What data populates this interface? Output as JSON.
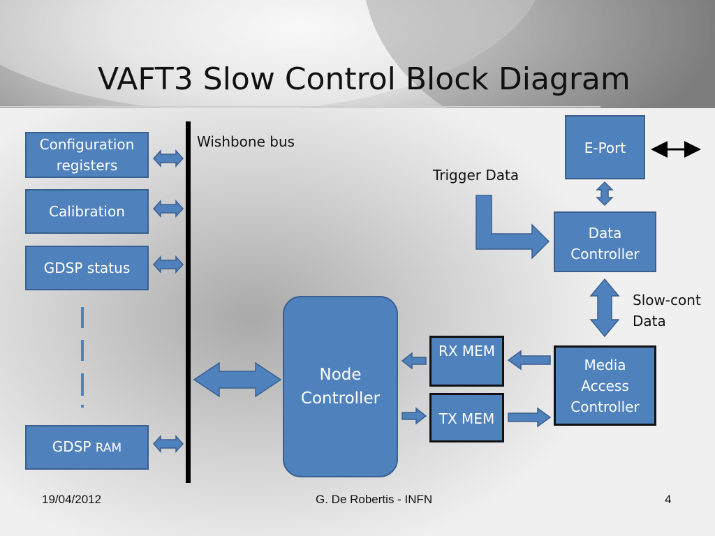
{
  "slide": {
    "title": "VAFT3 Slow Control Block Diagram"
  },
  "blocks": {
    "config": "Configuration registers",
    "calibration": "Calibration",
    "gdsp_status": "GDSP status",
    "gdsp_ram_main": "GDSP",
    "gdsp_ram_small": "RAM",
    "node_controller": "Node Controller",
    "rx_mem": "RX MEM",
    "tx_mem": "TX MEM",
    "eport": "E-Port",
    "data_controller": "Data Controller",
    "mac": "Media Access Controller"
  },
  "labels": {
    "wishbone": "Wishbone bus",
    "trigger": "Trigger Data",
    "slowcont": "Slow-cont Data"
  },
  "colors": {
    "block_fill": "#4f81bd",
    "block_border": "#3a5f8f",
    "bus": "#000000"
  },
  "footer": {
    "date": "19/04/2012",
    "author": "G. De Robertis - INFN",
    "page": "4"
  }
}
